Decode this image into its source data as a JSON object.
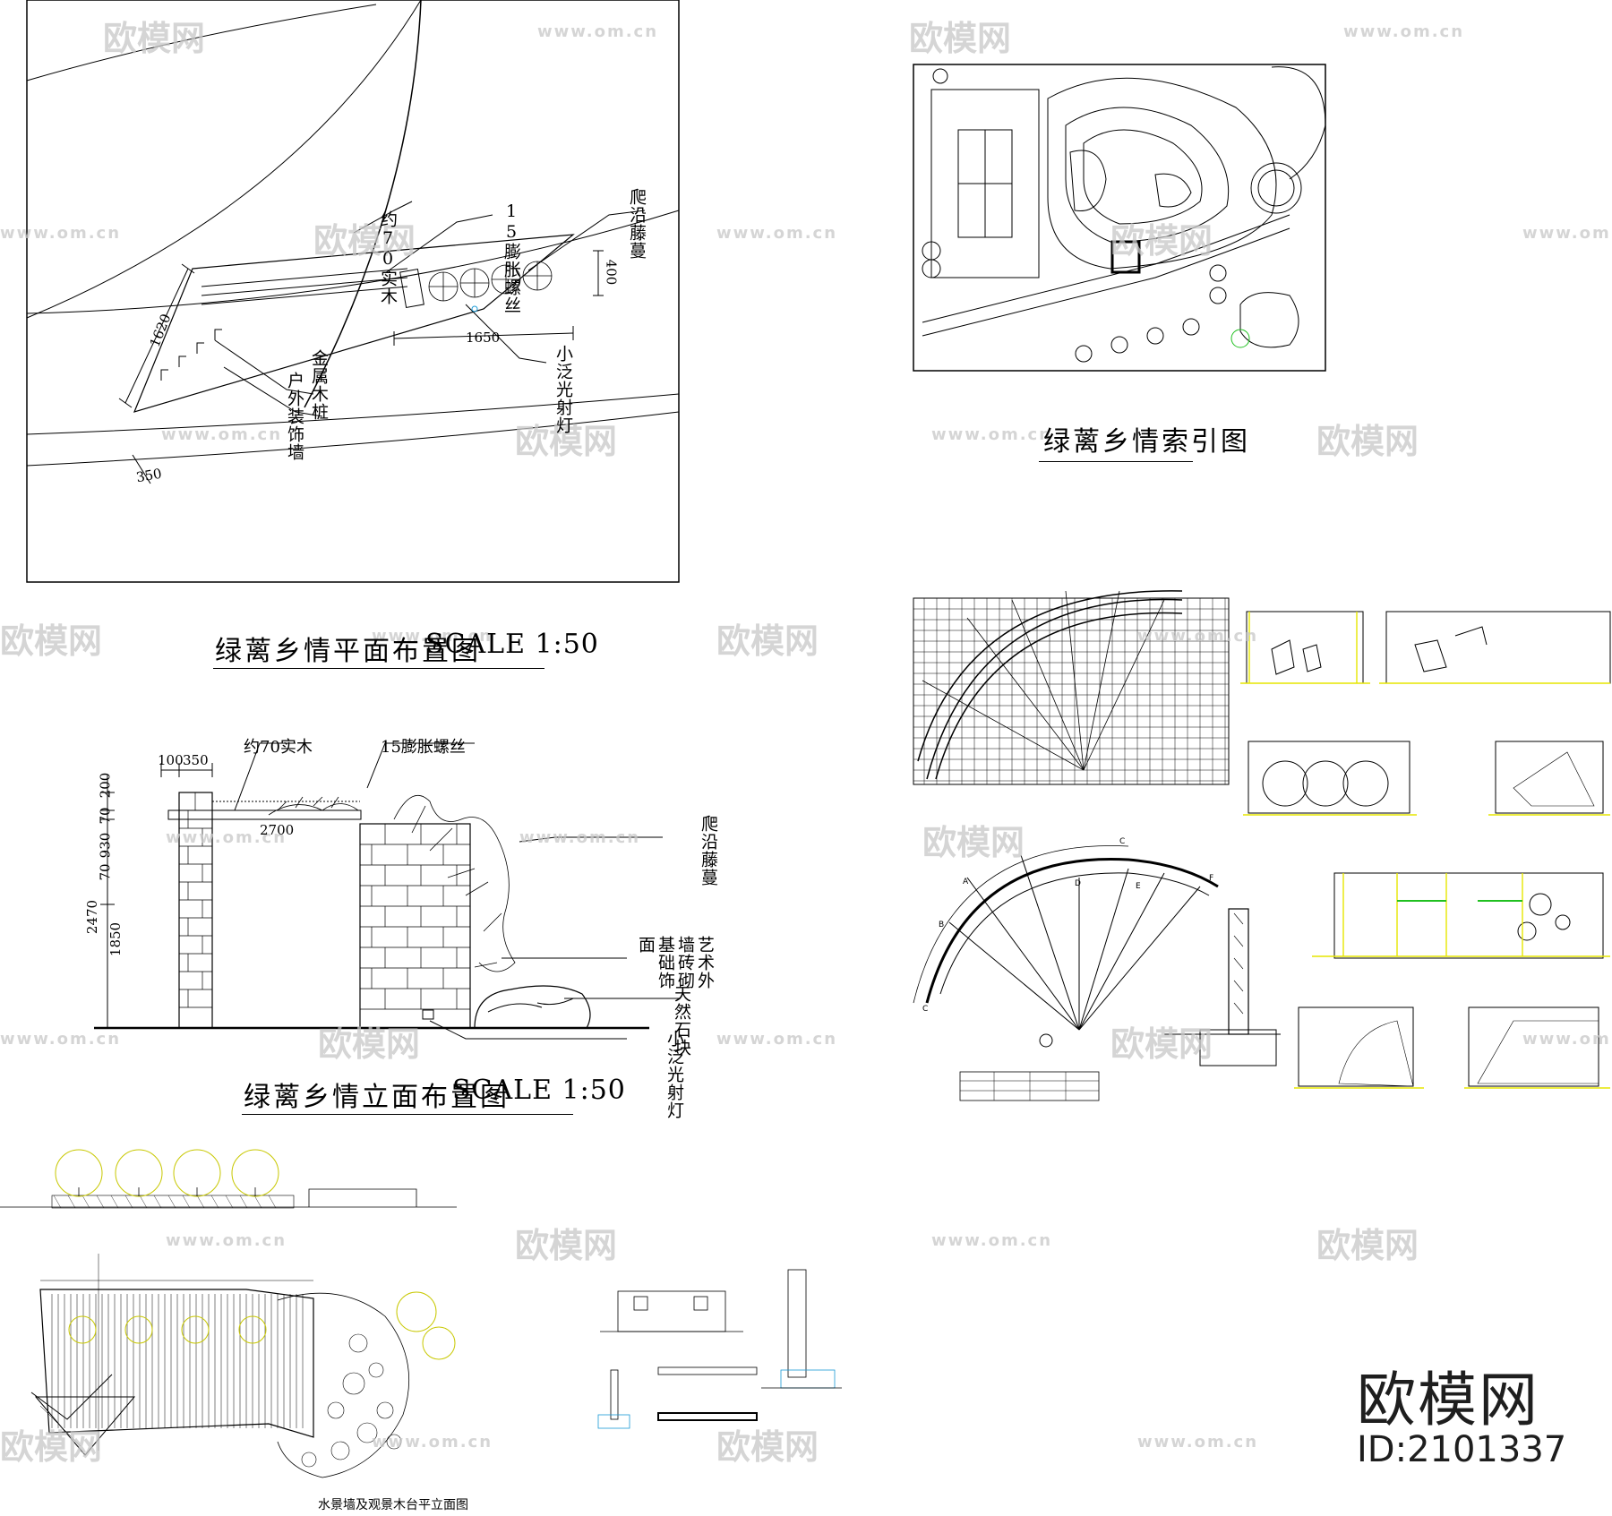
{
  "plan_view": {
    "title": "绿蓠乡情平面布置图",
    "scale": "SCALE 1:50",
    "labels": {
      "wood": "约70实木",
      "bolt": "15膨胀螺丝",
      "vine": "爬沿藤蔓",
      "stake": "金属木桩",
      "wall": "户外装饰墙",
      "light": "小泛光射灯"
    },
    "dims": {
      "d1620": "1620",
      "d1650": "1650",
      "d400": "400",
      "d350": "350"
    }
  },
  "index_view": {
    "title": "绿蓠乡情索引图"
  },
  "elevation_view": {
    "title": "绿蓠乡情立面布置图",
    "scale": "SCALE 1:50",
    "labels": {
      "wood": "约70实木",
      "bolt": "15膨胀螺丝",
      "vine": "爬沿藤蔓",
      "facade": "艺术外墙砖砌基础饰面",
      "stone": "天然石块",
      "light": "小泛光射灯"
    },
    "dims": {
      "d100": "100",
      "d350": "350",
      "d200": "200",
      "d70a": "70",
      "d930": "930",
      "d70b": "70",
      "d2470": "2470",
      "d1850": "1850",
      "d2700": "2700"
    }
  },
  "water_view": {
    "title": "水景墙及观景木台平立面图"
  },
  "section_letters": [
    "A",
    "B",
    "C",
    "D",
    "E",
    "F",
    "C"
  ],
  "watermark": {
    "logo": "欧模网",
    "url": "www.om.cn"
  },
  "branding": {
    "logo": "欧模网",
    "id": "ID:2101337"
  },
  "colors": {
    "ink": "#000000",
    "accent_yellow": "#e6e600",
    "accent_green": "#20c020",
    "watermark": "#c8c8c8"
  }
}
